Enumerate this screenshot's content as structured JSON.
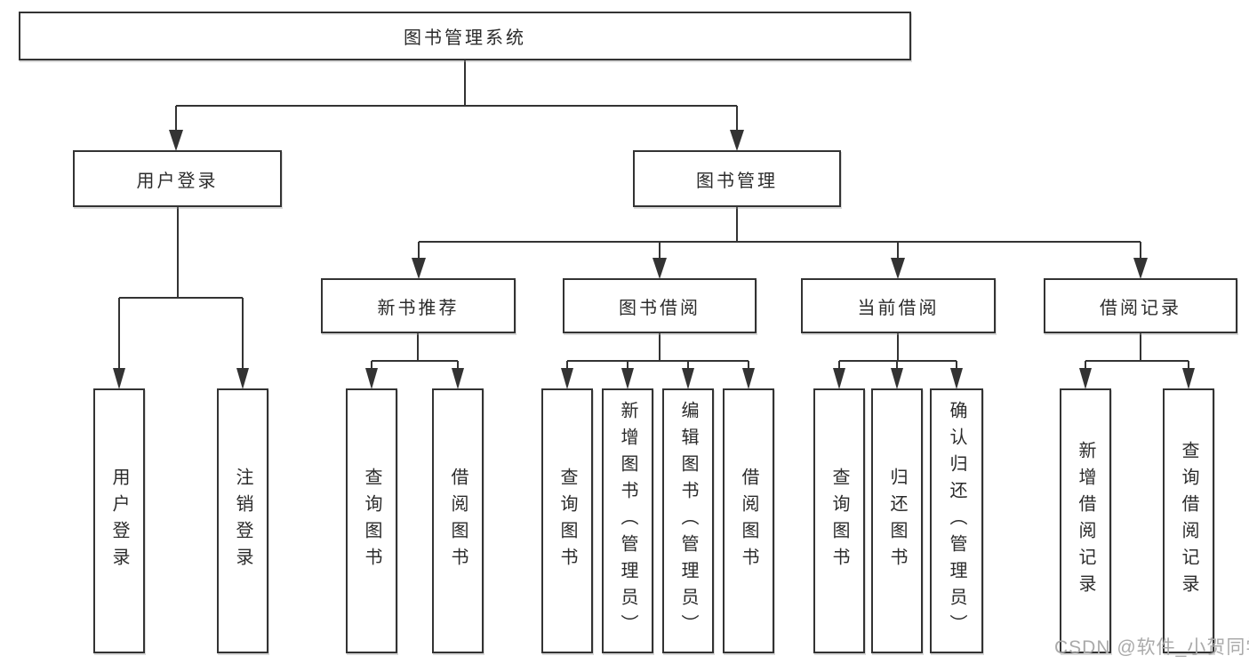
{
  "diagram": {
    "root": {
      "label": "图书管理系统"
    },
    "level2": {
      "user_login": {
        "label": "用户登录"
      },
      "book_mgmt": {
        "label": "图书管理"
      }
    },
    "level3": {
      "new_book": {
        "label": "新书推荐"
      },
      "book_borrow": {
        "label": "图书借阅"
      },
      "current_borrow": {
        "label": "当前借阅"
      },
      "borrow_record": {
        "label": "借阅记录"
      }
    },
    "leaves": {
      "user_login": [
        "用户登录",
        "注销登录"
      ],
      "new_book": [
        "查询图书",
        "借阅图书"
      ],
      "book_borrow": [
        "查询图书",
        "新增图书（管理员）",
        "编辑图书（管理员）",
        "借阅图书"
      ],
      "current_borrow": [
        "查询图书",
        "归还图书",
        "确认归还（管理员）"
      ],
      "borrow_record": [
        "新增借阅记录",
        "查询借阅记录"
      ]
    }
  },
  "watermark": {
    "text": "CSDN @软件_小贺同学"
  },
  "colors": {
    "line": "#333333",
    "text": "#2b2b2b",
    "watermark": "#aaaaaa",
    "background": "#ffffff"
  }
}
